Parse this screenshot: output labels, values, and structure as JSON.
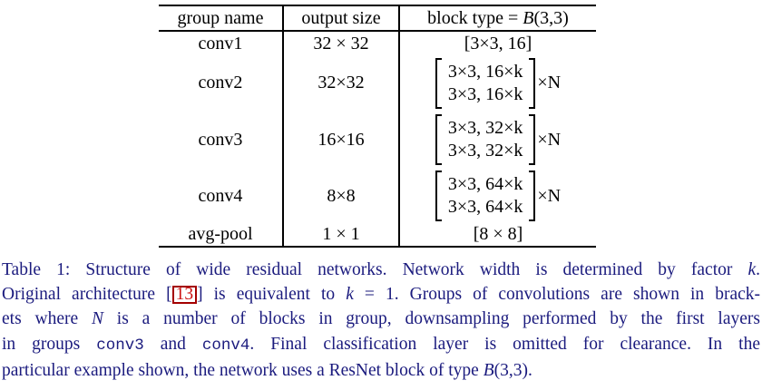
{
  "colors": {
    "background": "#ffffff",
    "table_text": "#000000",
    "table_rules": "#000000",
    "caption_text": "#1b1b7e",
    "citation_red": "#cc1111"
  },
  "table": {
    "headers": [
      {
        "segments": [
          {
            "t": "group name",
            "s": "normal"
          }
        ]
      },
      {
        "segments": [
          {
            "t": "output size",
            "s": "normal"
          }
        ]
      },
      {
        "segments": [
          {
            "t": "block type = ",
            "s": "normal"
          },
          {
            "t": "B",
            "s": "italic"
          },
          {
            "t": "(3,3)",
            "s": "normal"
          }
        ]
      }
    ],
    "rows": [
      {
        "group": "conv1",
        "size": "32 × 32",
        "block": {
          "kind": "plain",
          "text": "[3×3, 16]"
        }
      },
      {
        "group": "conv2",
        "size": "32×32",
        "block": {
          "kind": "matrix",
          "lines": [
            "3×3, 16×k",
            "3×3, 16×k"
          ],
          "mult": "×N"
        }
      },
      {
        "group": "conv3",
        "size": "16×16",
        "block": {
          "kind": "matrix",
          "lines": [
            "3×3, 32×k",
            "3×3, 32×k"
          ],
          "mult": "×N"
        }
      },
      {
        "group": "conv4",
        "size": "8×8",
        "block": {
          "kind": "matrix",
          "lines": [
            "3×3, 64×k",
            "3×3, 64×k"
          ],
          "mult": "×N"
        }
      },
      {
        "group": "avg-pool",
        "size": "1 × 1",
        "block": {
          "kind": "plain",
          "text": "[8 × 8]"
        }
      }
    ]
  },
  "caption": {
    "lines": [
      {
        "justify": true,
        "segments": [
          {
            "t": "Table 1: Structure of wide residual networks. Network width is determined by factor ",
            "s": "normal"
          },
          {
            "t": "k",
            "s": "italic"
          },
          {
            "t": ".",
            "s": "normal"
          }
        ]
      },
      {
        "justify": true,
        "segments": [
          {
            "t": "Original architecture [",
            "s": "normal"
          },
          {
            "t": "13",
            "s": "cite"
          },
          {
            "t": "] is equivalent to ",
            "s": "normal"
          },
          {
            "t": "k",
            "s": "italic"
          },
          {
            "t": " = 1. Groups of convolutions are shown in brack-",
            "s": "normal"
          }
        ]
      },
      {
        "justify": true,
        "segments": [
          {
            "t": "ets where ",
            "s": "normal"
          },
          {
            "t": "N",
            "s": "italic"
          },
          {
            "t": " is a number of blocks in group, downsampling performed by the first layers",
            "s": "normal"
          }
        ]
      },
      {
        "justify": true,
        "segments": [
          {
            "t": "in groups ",
            "s": "normal"
          },
          {
            "t": "conv3",
            "s": "mono"
          },
          {
            "t": " and ",
            "s": "normal"
          },
          {
            "t": "conv4",
            "s": "mono"
          },
          {
            "t": ". Final classification layer is omitted for clearance. In the",
            "s": "normal"
          }
        ]
      },
      {
        "justify": false,
        "segments": [
          {
            "t": "particular example shown, the network uses a ResNet block of type ",
            "s": "normal"
          },
          {
            "t": "B",
            "s": "italic"
          },
          {
            "t": "(3,3).",
            "s": "normal"
          }
        ]
      }
    ]
  }
}
